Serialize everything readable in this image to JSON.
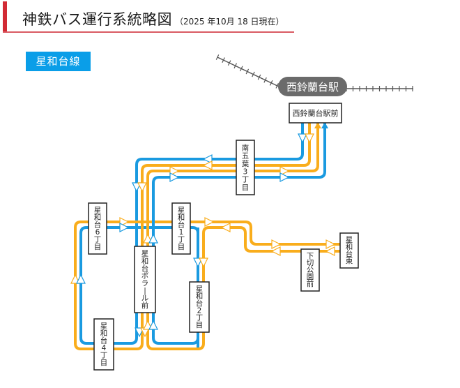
{
  "header": {
    "title": "神鉄バス運行系統略図",
    "subtitle": "（2025 年10月 18 日現在）"
  },
  "line": {
    "name": "星和台線",
    "color": "#0a9ee8"
  },
  "colors": {
    "route_blue": "#1a9ae0",
    "route_orange": "#f9ad1c",
    "railway": "#555555",
    "station_fill": "#6b6b6b",
    "accent": "#d22a34"
  },
  "railway_station": {
    "name": "西鈴蘭台駅"
  },
  "stops": [
    {
      "id": "nishisuzurandai-ekimae",
      "name": "西鈴蘭台駅前",
      "orientation": "horizontal"
    },
    {
      "id": "minami-goyo-3",
      "name": "南五葉3丁目",
      "orientation": "vertical",
      "chars": [
        "南",
        "五",
        "葉",
        "3",
        "丁",
        "目"
      ]
    },
    {
      "id": "seiwadai-6",
      "name": "星和台6丁目",
      "orientation": "vertical",
      "chars": [
        "星",
        "和",
        "台",
        "6",
        "丁",
        "目"
      ]
    },
    {
      "id": "seiwadai-1",
      "name": "星和台1丁目",
      "orientation": "vertical",
      "chars": [
        "星",
        "和",
        "台",
        "1",
        "丁",
        "目"
      ]
    },
    {
      "id": "seiwadai-higashi",
      "name": "星和台東",
      "orientation": "vertical",
      "chars": [
        "星",
        "和",
        "台",
        "東"
      ]
    },
    {
      "id": "shimogiri-koenmae",
      "name": "下切公園前",
      "orientation": "vertical",
      "chars": [
        "下",
        "切",
        "公",
        "園",
        "前"
      ]
    },
    {
      "id": "seiwadai-porarumae",
      "name": "星和台ポラール前",
      "orientation": "vertical",
      "chars": [
        "星",
        "和",
        "台",
        "ポ",
        "ラ",
        "ー",
        "ル",
        "前"
      ]
    },
    {
      "id": "seiwadai-2",
      "name": "星和台2丁目",
      "orientation": "vertical",
      "chars": [
        "星",
        "和",
        "台",
        "2",
        "丁",
        "目"
      ]
    },
    {
      "id": "seiwadai-4",
      "name": "星和台4丁目",
      "orientation": "vertical",
      "chars": [
        "星",
        "和",
        "台",
        "4",
        "丁",
        "目"
      ]
    }
  ],
  "routes": [
    {
      "name": "blue-outer",
      "color": "blue"
    },
    {
      "name": "orange-outer",
      "color": "orange"
    },
    {
      "name": "orange-inner",
      "color": "orange"
    },
    {
      "name": "blue-inner",
      "color": "blue"
    }
  ]
}
